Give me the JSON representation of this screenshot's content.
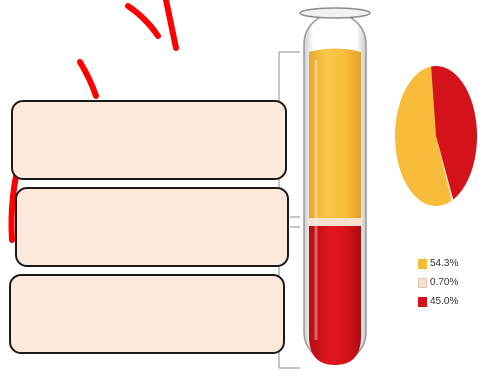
{
  "label_boxes": [
    {
      "text": ""
    },
    {
      "text": ""
    },
    {
      "text": ""
    }
  ],
  "colors": {
    "plasma": "#f7bd3a",
    "buffy_coat": "#f7e2cf",
    "red_cells": "#d4121a",
    "box_fill": "#fde9dc",
    "annotation_stroke": "#ff0000"
  },
  "chart_data": {
    "type": "pie",
    "categories": [
      "54.3%",
      "0.70%",
      "45.0%"
    ],
    "values": [
      54.3,
      0.7,
      45.0
    ],
    "colors": [
      "#f7bd3a",
      "#f7e2cf",
      "#d4121a"
    ],
    "legend_position": "bottom-right"
  }
}
